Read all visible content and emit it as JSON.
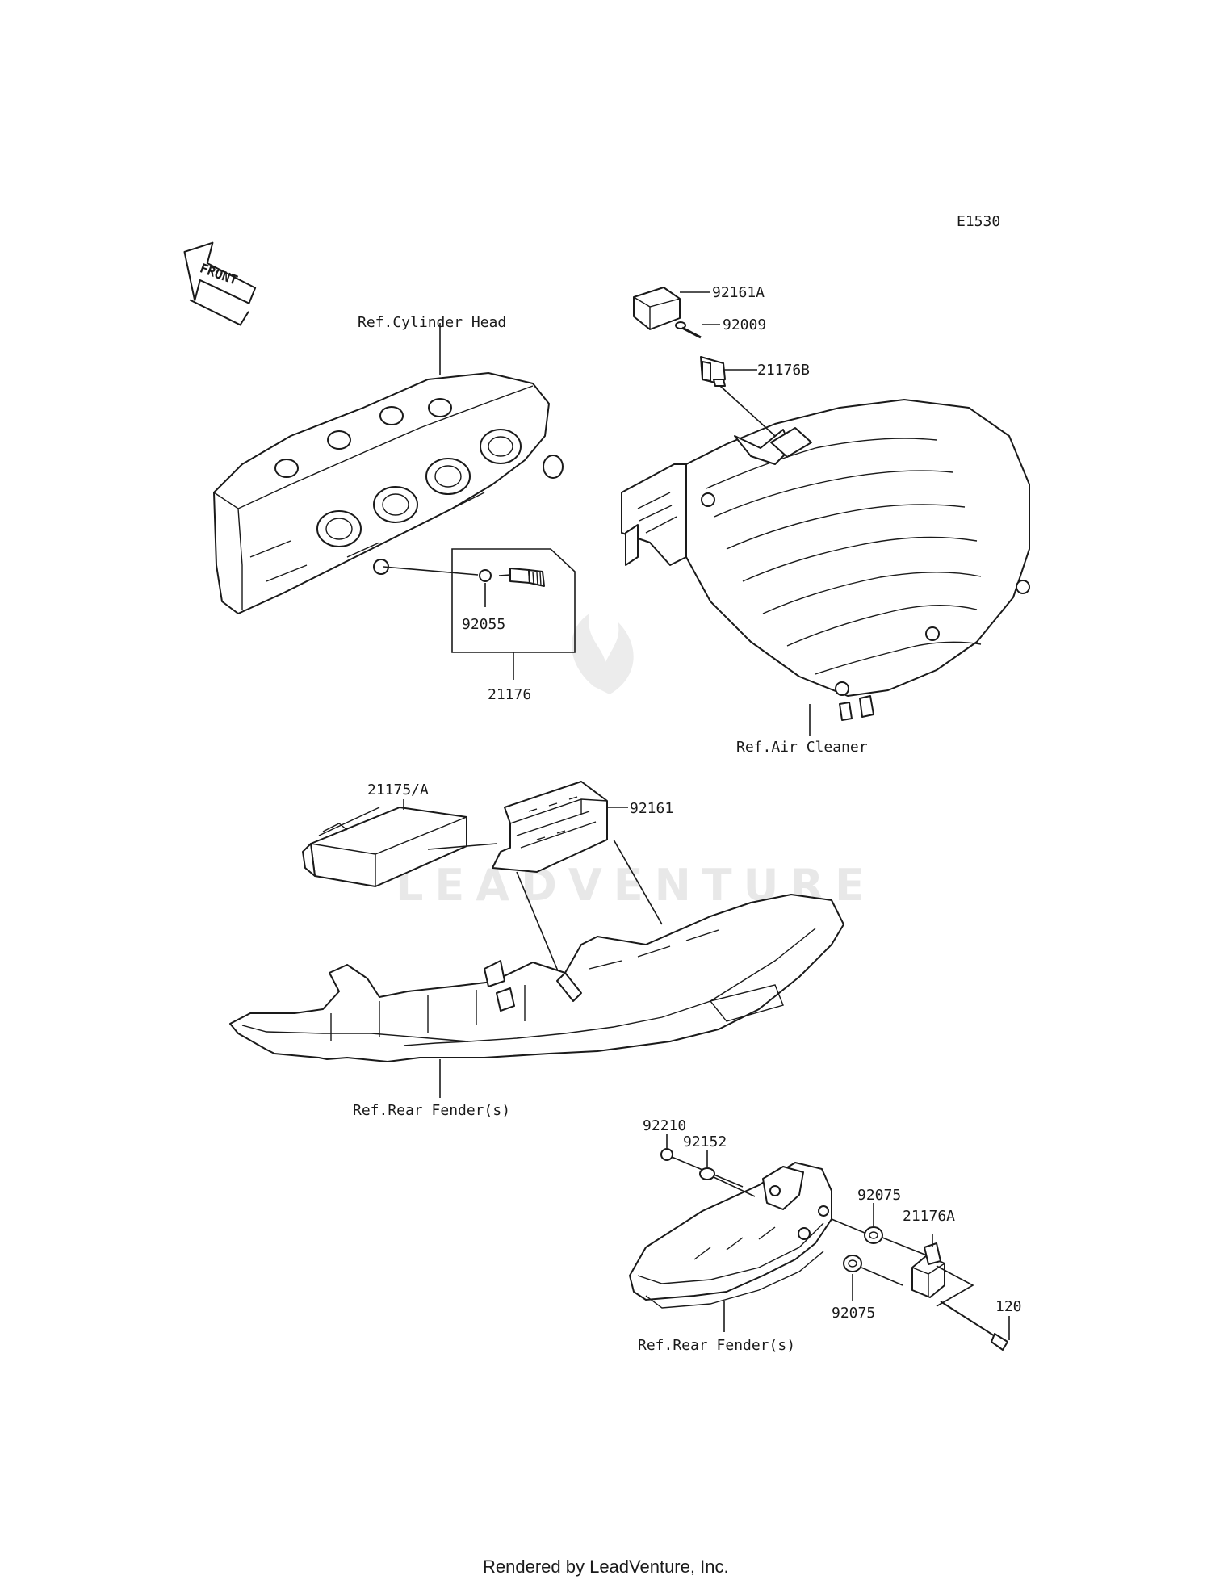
{
  "diagram": {
    "code": "E1530",
    "front_label": "FRONT",
    "watermark": "LEADVENTURE",
    "footer": "Rendered by LeadVenture, Inc."
  },
  "labels": {
    "ref_cylinder_head": "Ref.Cylinder Head",
    "ref_air_cleaner": "Ref.Air Cleaner",
    "ref_rear_fender_1": "Ref.Rear Fender(s)",
    "ref_rear_fender_2": "Ref.Rear Fender(s)",
    "p92161A": "92161A",
    "p92009": "92009",
    "p21176B": "21176B",
    "p92055": "92055",
    "p21176": "21176",
    "p21175A": "21175/A",
    "p92161": "92161",
    "p92210": "92210",
    "p92152": "92152",
    "p92075a": "92075",
    "p92075b": "92075",
    "p21176A": "21176A",
    "p120": "120"
  }
}
